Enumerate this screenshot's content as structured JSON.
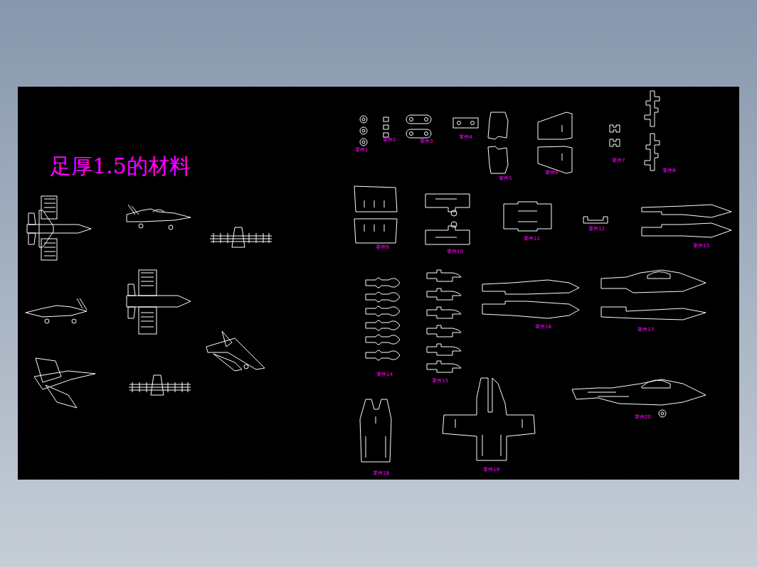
{
  "diagram": {
    "title": "足厚1.5的材料",
    "labels": [
      "零件1",
      "零件2",
      "零件3",
      "零件4",
      "零件5",
      "零件6",
      "零件7",
      "零件8",
      "零件9",
      "零件10",
      "零件11",
      "零件12",
      "零件13",
      "零件14",
      "零件15",
      "零件16",
      "零件17",
      "零件18",
      "零件19",
      "零件20"
    ]
  }
}
